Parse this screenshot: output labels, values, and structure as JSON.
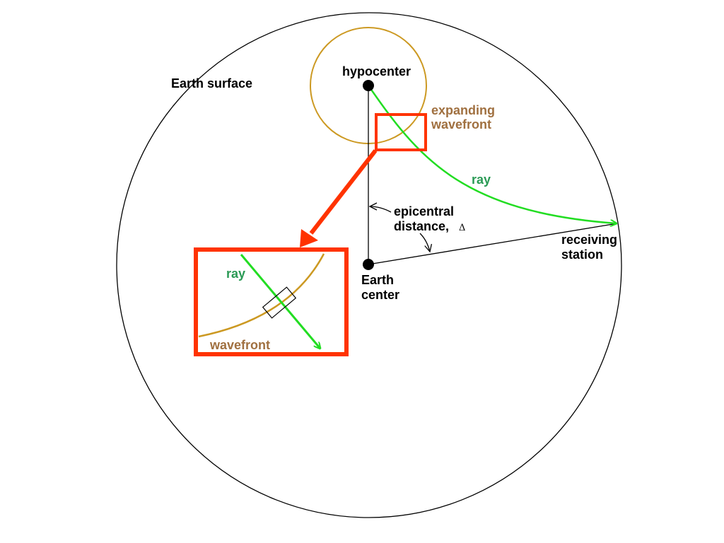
{
  "labels": {
    "earth_surface": "Earth surface",
    "hypocenter": "hypocenter",
    "expanding_wavefront": [
      "expanding",
      "wavefront"
    ],
    "ray_main": "ray",
    "epicentral_distance": [
      "epicentral",
      "distance,"
    ],
    "delta_symbol": "Δ",
    "receiving_station": [
      "receiving",
      "station"
    ],
    "earth_center": [
      "Earth",
      "center"
    ],
    "ray_inset": "ray",
    "wavefront_inset": "wavefront"
  },
  "colors": {
    "outline": "#000000",
    "wavefront": "#cc9922",
    "ray": "#22dd22",
    "highlight": "#ff3300",
    "brown_text": "#a07040",
    "green_text": "#2a9a55"
  }
}
